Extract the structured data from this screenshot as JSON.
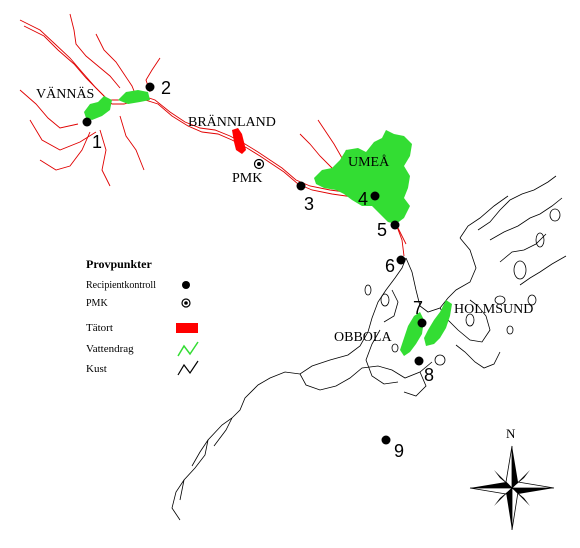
{
  "colors": {
    "river": "#e00000",
    "town": "#ff0000",
    "green_area": "#33dd33",
    "coast": "#000000",
    "point": "#000000"
  },
  "places": {
    "vannas": "VÄNNÄS",
    "brannland": "BRÄNNLAND",
    "umea": "UMEÅ",
    "pmk": "PMK",
    "holmsund": "HOLMSUND",
    "obbola": "OBBOLA"
  },
  "points": {
    "p1": "1",
    "p2": "2",
    "p3": "3",
    "p4": "4",
    "p5": "5",
    "p6": "6",
    "p7": "7",
    "p8": "8",
    "p9": "9"
  },
  "legend": {
    "title": "Provpunkter",
    "recipient": "Recipientkontroll",
    "pmk": "PMK",
    "tatort": "Tätort",
    "vattendrag": "Vattendrag",
    "kust": "Kust"
  },
  "compass": {
    "north": "N",
    "icon": "compass-rose-icon"
  }
}
